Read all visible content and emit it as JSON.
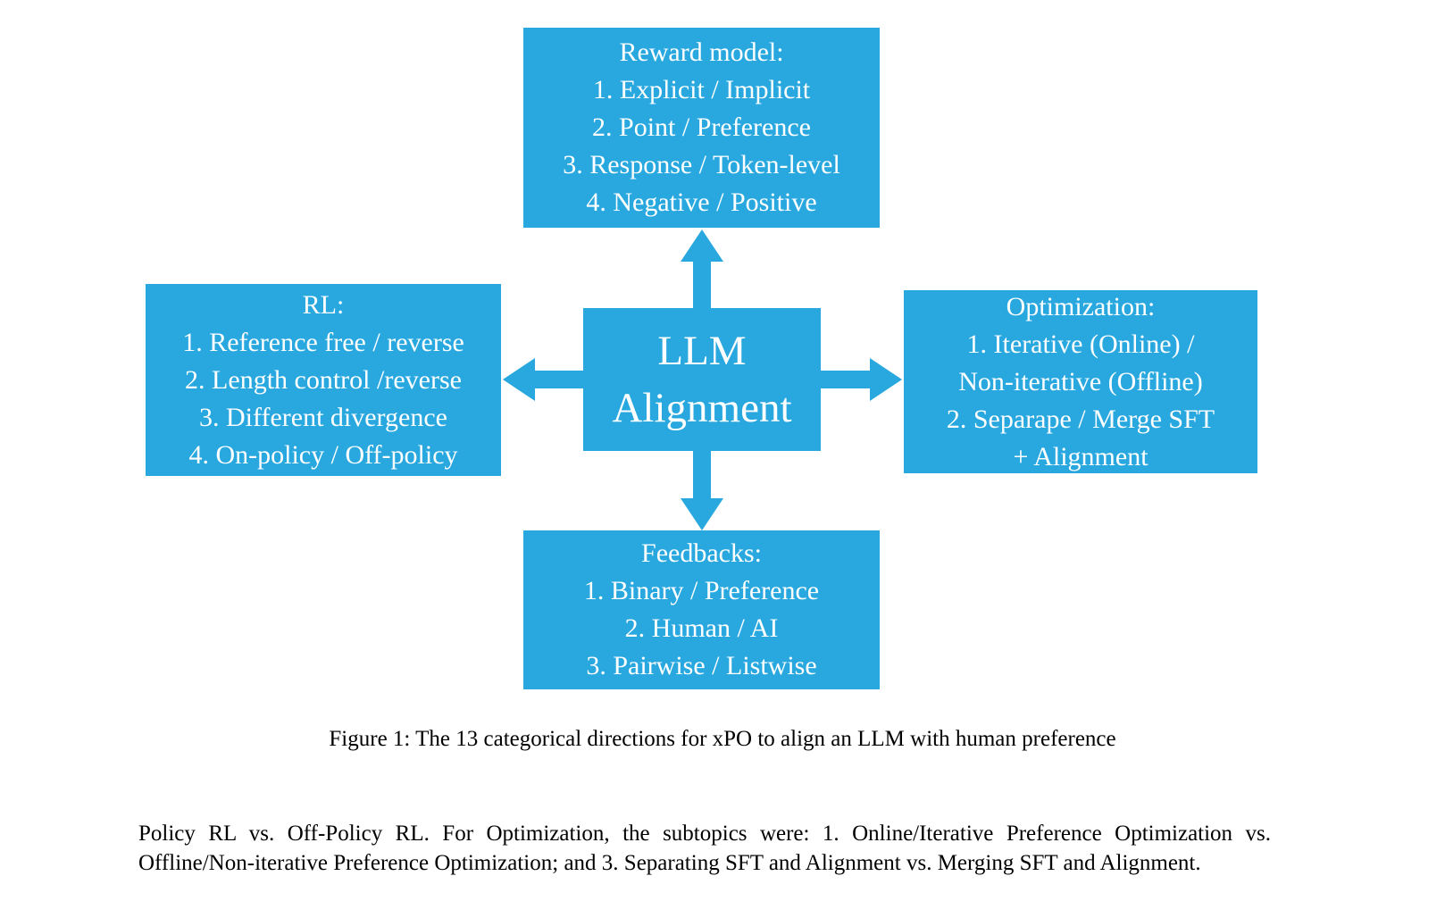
{
  "colors": {
    "box_fill": "#29a8e0",
    "box_text": "#ffffff",
    "page_background": "#ffffff",
    "body_text": "#000000"
  },
  "figure": {
    "center": {
      "line1": "LLM",
      "line2": "Alignment"
    },
    "top": {
      "title": "Reward model:",
      "items": [
        "1. Explicit / Implicit",
        "2. Point / Preference",
        "3. Response / Token-level",
        "4. Negative / Positive"
      ]
    },
    "left": {
      "title": "RL:",
      "items": [
        "1. Reference free / reverse",
        "2. Length control /reverse",
        "3. Different divergence",
        "4. On-policy / Off-policy"
      ]
    },
    "right": {
      "title": "Optimization:",
      "items": [
        "1. Iterative (Online) /",
        "Non-iterative (Offline)",
        "2. Separape / Merge SFT",
        "+ Alignment"
      ]
    },
    "bottom": {
      "title": "Feedbacks:",
      "items": [
        "1. Binary / Preference",
        "2. Human / AI",
        "3. Pairwise / Listwise"
      ]
    },
    "caption": "Figure 1: The 13 categorical directions for xPO to align an LLM with human preference"
  },
  "body_text": {
    "line1": "Policy RL vs. Off-Policy RL. For Optimization, the subtopics were: 1. Online/Iterative Preference Optimization vs.",
    "line2": "Offline/Non-iterative Preference Optimization; and 3. Separating SFT and Alignment vs. Merging SFT and Alignment."
  }
}
